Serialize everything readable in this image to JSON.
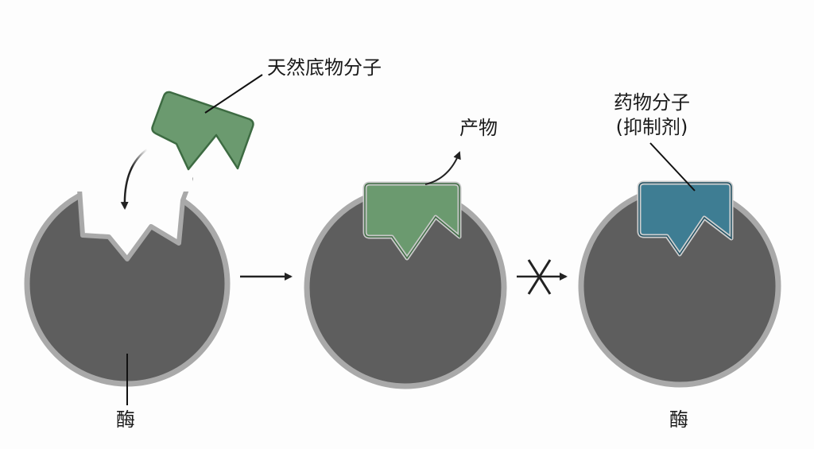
{
  "labels": {
    "substrate": "天然底物分子",
    "product": "产物",
    "drug_line1": "药物分子",
    "drug_line2": "(抑制剂)",
    "enzyme_left": "酶",
    "enzyme_right": "酶"
  },
  "colors": {
    "enzyme_fill": "#5e5e5e",
    "enzyme_outline": "#a9a9a9",
    "substrate_fill": "#6b9a6f",
    "substrate_stroke": "#3d6b42",
    "drug_fill": "#3e7d93",
    "drug_stroke": "#1f4f60"
  }
}
